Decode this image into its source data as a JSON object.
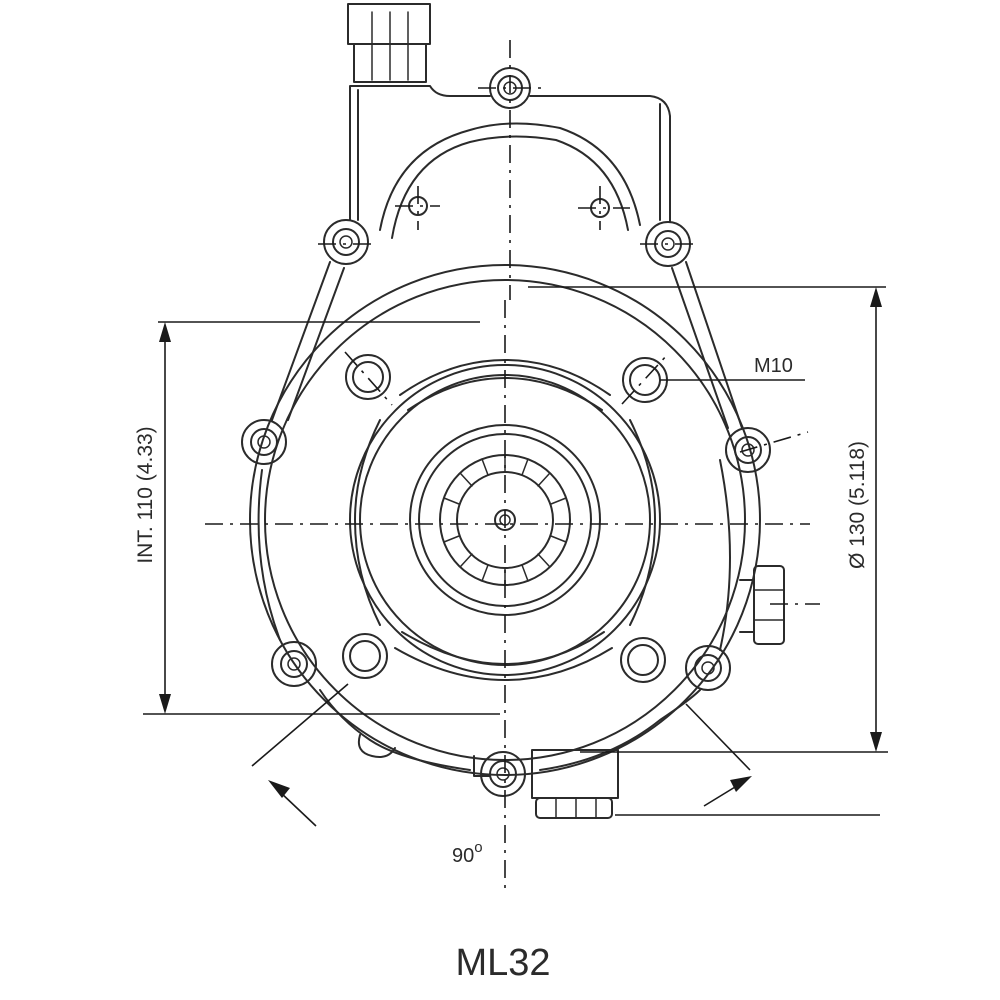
{
  "labels": {
    "int_dimension": "INT. 110 (4.33)",
    "outer_dimension": "Ø 130 (5.118)",
    "thread": "M10",
    "angle_value": "90",
    "angle_unit": "o",
    "model": "ML32"
  },
  "colors": {
    "line": "#2b2b2b",
    "background": "#ffffff"
  }
}
